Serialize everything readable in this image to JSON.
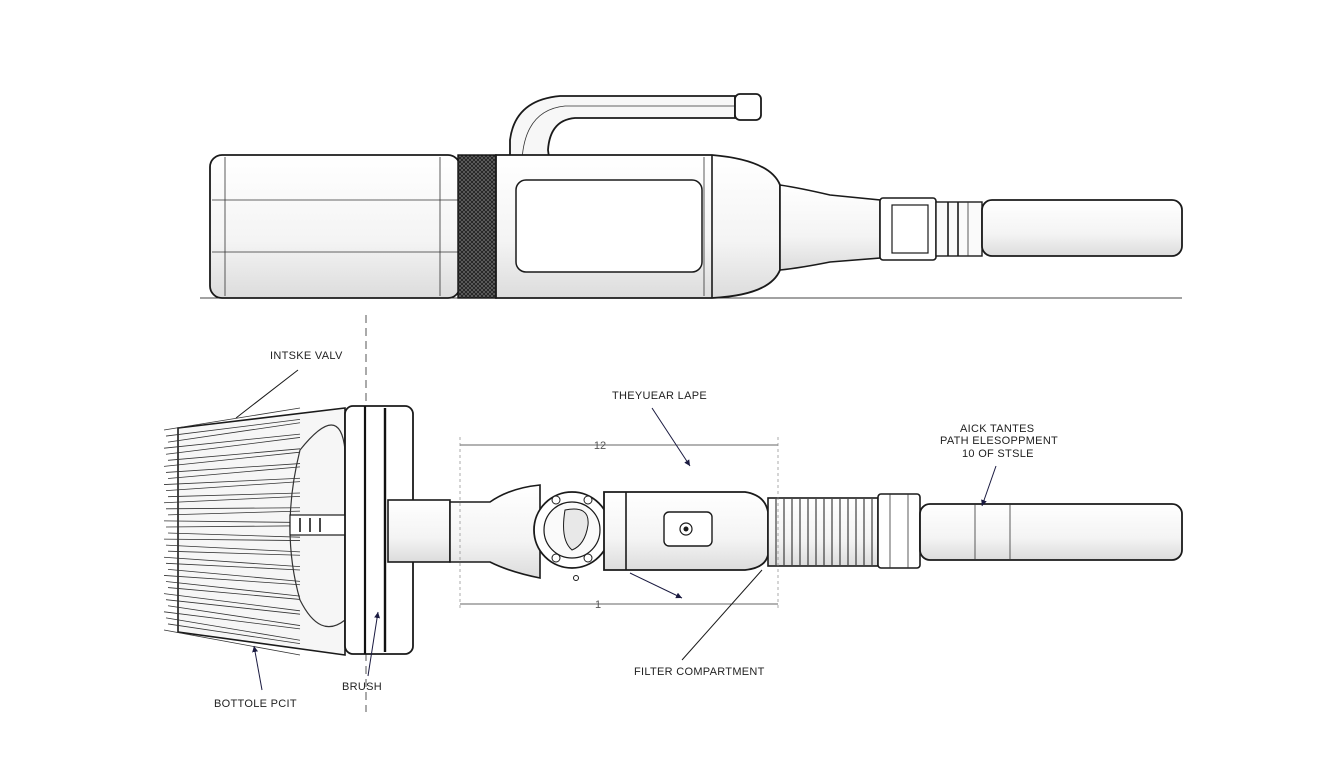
{
  "labels": {
    "intake_valve": "INTSKE VALV",
    "top_callout": "THEYUEAR LAPE",
    "right_callout_line1": "AICK TANTES",
    "right_callout_line2": "PATH ELESOPPMENT",
    "right_callout_line3": "10 OF STSLE",
    "filter_compartment": "FILTER COMPARTMENT",
    "brush": "BRUSH",
    "bottle_port": "BOTTOLE PCIT"
  },
  "dimensions": {
    "upper": "12",
    "lower": "1"
  }
}
